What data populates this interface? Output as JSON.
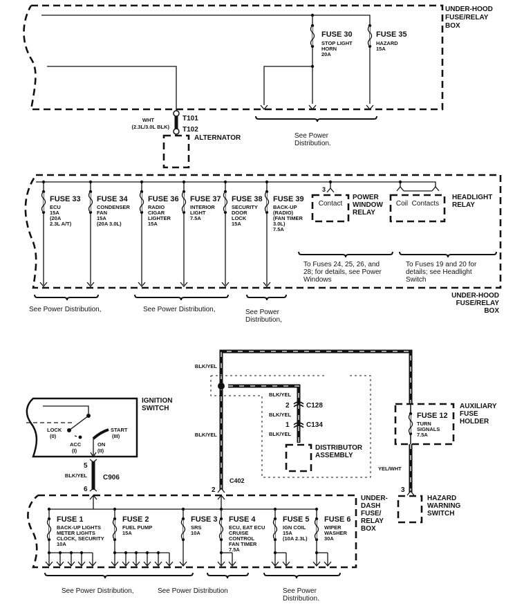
{
  "diagram": {
    "top_box": {
      "title": [
        "UNDER-HOOD",
        "FUSE/RELAY",
        "BOX"
      ],
      "fuses": [
        {
          "name": "FUSE 30",
          "desc": [
            "STOP LIGHT",
            "HORN",
            "20A"
          ]
        },
        {
          "name": "FUSE 35",
          "desc": [
            "HAZARD",
            "15A"
          ]
        }
      ],
      "note": [
        "See Power",
        "Distribution."
      ]
    },
    "alternator": {
      "wire": "WHT",
      "wire_alt": "(2.3L/3.0L BLK)",
      "terminal_top": "T101",
      "terminal_bottom": "T102",
      "label": "ALTERNATOR"
    },
    "middle_box": {
      "title": [
        "UNDER-HOOD",
        "FUSE/RELAY",
        "BOX"
      ],
      "fuses": [
        {
          "name": "FUSE 33",
          "desc": [
            "ECU",
            "15A",
            "(20A",
            "2.3L A/T)"
          ]
        },
        {
          "name": "FUSE 34",
          "desc": [
            "CONDENSER",
            "FAN",
            "15A",
            "(20A 3.0L)"
          ]
        },
        {
          "name": "FUSE 36",
          "desc": [
            "RADIO",
            "CIGAR",
            "LIGHTER",
            "15A"
          ]
        },
        {
          "name": "FUSE 37",
          "desc": [
            "INTERIOR",
            "LIGHT",
            "7.5A"
          ]
        },
        {
          "name": "FUSE 38",
          "desc": [
            "SECURITY",
            "DOOR",
            "LOCK",
            "15A"
          ]
        },
        {
          "name": "FUSE 39",
          "desc": [
            "BACK-UP",
            "(RADIO)",
            "(FAN TIMER",
            "3.0L)",
            "7.5A"
          ]
        }
      ],
      "power_window_relay": {
        "pin": "3",
        "inner": "Contact",
        "label": [
          "POWER",
          "WINDOW",
          "RELAY"
        ]
      },
      "headlight_relay": {
        "inner": "Coil  Contacts",
        "label": [
          "HEADLIGHT",
          "RELAY"
        ]
      },
      "notes": [
        [
          "See Power Distribution,"
        ],
        [
          "See Power Distribution,"
        ],
        [
          "See Power",
          "Distribution,"
        ],
        [
          "To Fuses 24, 25, 26, and",
          "28; for details, see Power",
          "Windows"
        ],
        [
          "To Fuses 19 and 20 for",
          "details; see Headlight",
          "Switch"
        ]
      ]
    },
    "ignition_switch": {
      "label": [
        "IGNITION",
        "SWITCH"
      ],
      "positions": [
        {
          "name": "LOCK",
          "num": "(0)"
        },
        {
          "name": "ACC",
          "num": "(I)"
        },
        {
          "name": "ON",
          "num": "(II)"
        },
        {
          "name": "START",
          "num": "(III)"
        }
      ],
      "connector": "C906",
      "pin_top": "5",
      "pin_bottom": "6",
      "wire": "BLK/YEL"
    },
    "distributor": {
      "wires": [
        "BLK/YEL",
        "BLK/YEL",
        "BLK/YEL",
        "BLK/YEL",
        "BLK/YEL"
      ],
      "c128": {
        "pin": "2",
        "name": "C128"
      },
      "c134": {
        "pin": "1",
        "name": "C134"
      },
      "label": [
        "DISTRIBUTOR",
        "ASSEMBLY"
      ],
      "c402": {
        "pin": "2",
        "name": "C402"
      }
    },
    "aux_fuse": {
      "fuse": {
        "name": "FUSE 12",
        "desc": [
          "TURN",
          "SIGNALS",
          "7.5A"
        ]
      },
      "label": [
        "AUXILIARY",
        "FUSE",
        "HOLDER"
      ],
      "wire": "YEL/WHT"
    },
    "hazard_switch": {
      "pin": "3",
      "label": [
        "HAZARD",
        "WARNING",
        "SWITCH"
      ]
    },
    "bottom_box": {
      "title": [
        "UNDER-",
        "DASH",
        "FUSE/",
        "RELAY",
        "BOX"
      ],
      "fuses": [
        {
          "name": "FUSE 1",
          "desc": [
            "BACK-UP LIGHTS",
            "METER LIGHTS",
            "CLOCK, SECURITY",
            "10A"
          ]
        },
        {
          "name": "FUSE 2",
          "desc": [
            "FUEL PUMP",
            "15A"
          ]
        },
        {
          "name": "FUSE 3",
          "desc": [
            "SRS",
            "10A"
          ]
        },
        {
          "name": "FUSE 4",
          "desc": [
            "ECU, EAT ECU",
            "CRUISE",
            "CONTROL",
            "FAN TIMER",
            "7.5A"
          ]
        },
        {
          "name": "FUSE 5",
          "desc": [
            "IGN COIL",
            "15A",
            "(10A 2.3L)"
          ]
        },
        {
          "name": "FUSE 6",
          "desc": [
            "WIPER",
            "WASHER",
            "30A"
          ]
        }
      ],
      "notes": [
        [
          "See Power Distribution,"
        ],
        [
          "See Power Distribution"
        ],
        [
          "See Power",
          "Distribution."
        ]
      ]
    }
  }
}
